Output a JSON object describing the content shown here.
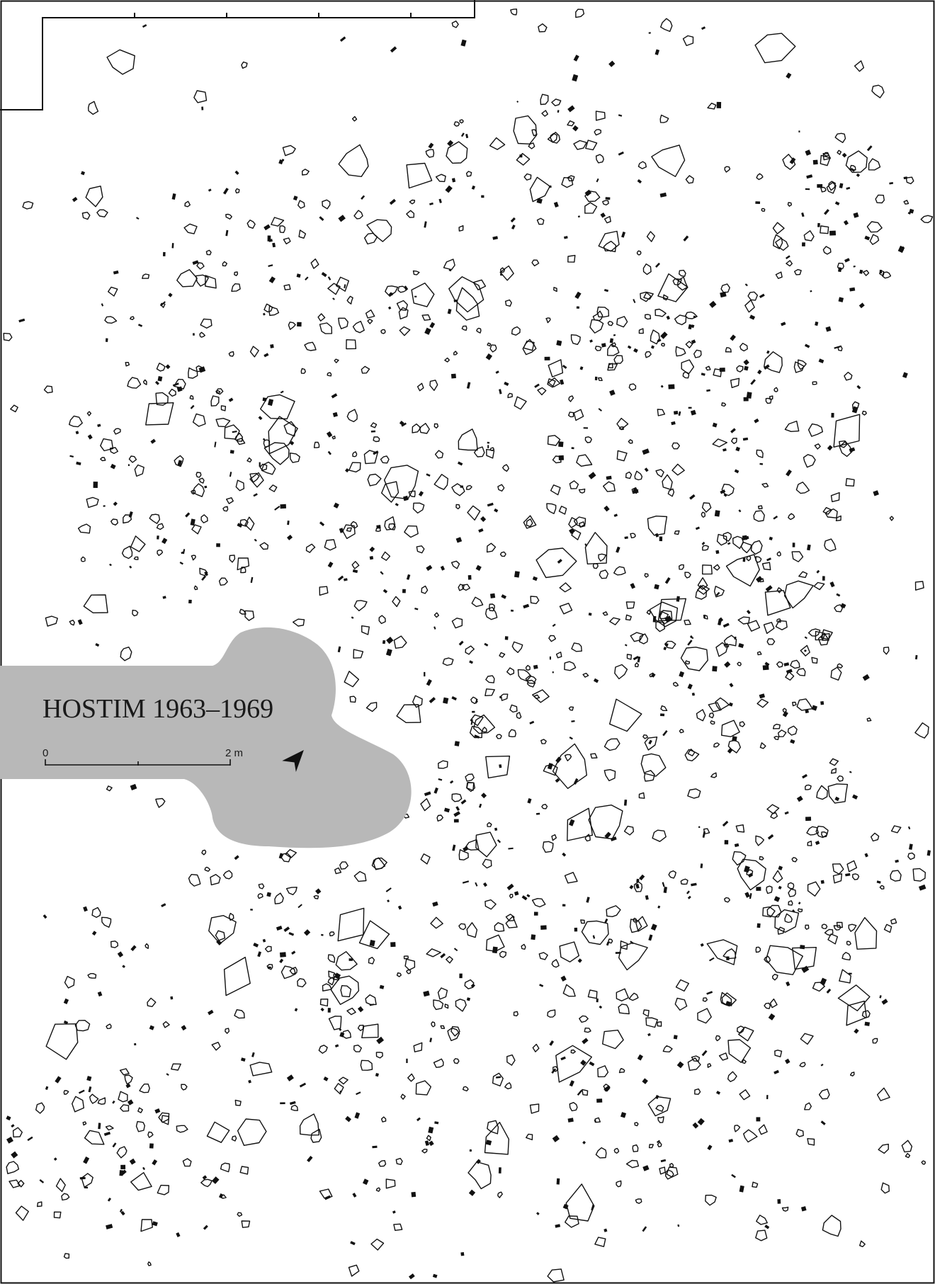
{
  "plan": {
    "title": "HOSTIM 1963–1969",
    "scale_bar": {
      "label_start": "0",
      "label_end": "2 m"
    },
    "colors": {
      "background": "#ffffff",
      "ink": "#111111",
      "overlay_gray": "#b8b8b8"
    },
    "icons": {
      "north_arrow": "arrow-icon"
    }
  }
}
